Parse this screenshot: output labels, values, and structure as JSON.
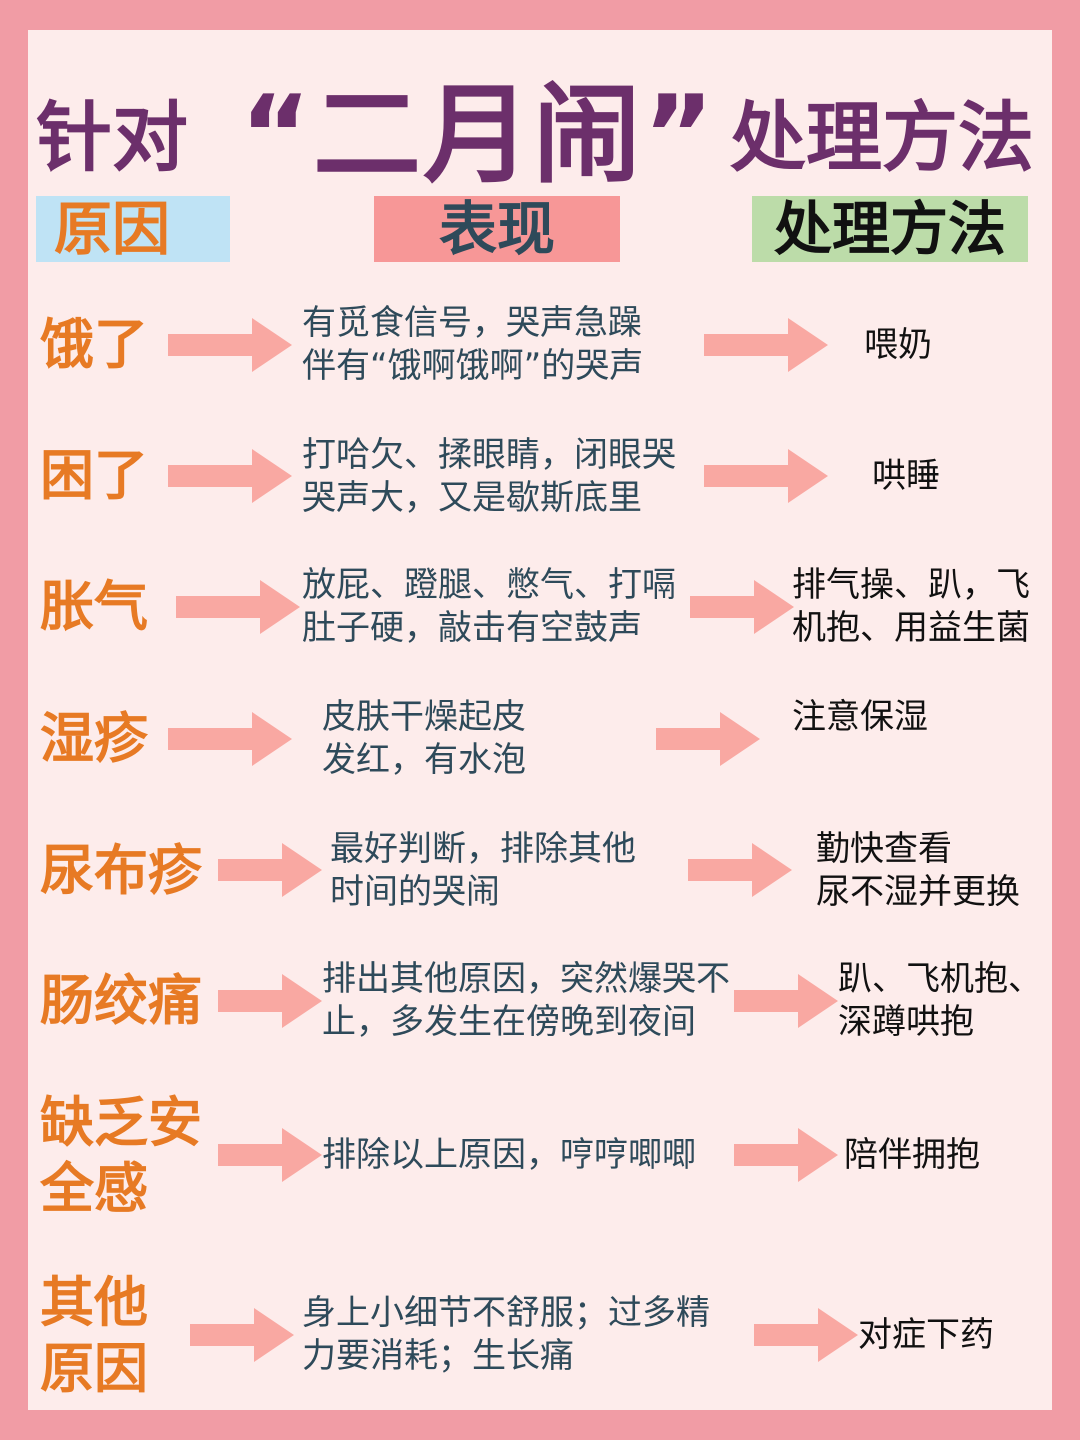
{
  "title": {
    "prefix": "针对",
    "main": "“二月闹”",
    "suffix": "处理方法"
  },
  "headers": {
    "cause": "原因",
    "sign": "表现",
    "method": "处理方法"
  },
  "rows": [
    {
      "cause": "饿了",
      "sign": "有觅食信号，哭声急躁\n伴有“饿啊饿啊”的哭声",
      "method": "喂奶"
    },
    {
      "cause": "困了",
      "sign": "打哈欠、揉眼睛，闭眼哭\n哭声大，又是歇斯底里",
      "method": "哄睡"
    },
    {
      "cause": "胀气",
      "sign": "放屁、蹬腿、憋气、打嗝\n肚子硬，敲击有空鼓声",
      "method": "排气操、趴，飞\n机抱、用益生菌"
    },
    {
      "cause": "湿疹",
      "sign": "皮肤干燥起皮\n发红，有水泡",
      "method": "注意保湿"
    },
    {
      "cause": "尿布疹",
      "sign": "最好判断，排除其他\n时间的哭闹",
      "method": "勤快查看\n尿不湿并更换"
    },
    {
      "cause": "肠绞痛",
      "sign": "排出其他原因，突然爆哭不\n止，多发生在傍晚到夜间",
      "method": "趴、飞机抱、\n深蹲哄抱"
    },
    {
      "cause": "缺乏安\n全感",
      "sign": "排除以上原因，哼哼唧唧",
      "method": "陪伴拥抱"
    },
    {
      "cause": "其他\n原因",
      "sign": "身上小细节不舒服；过多精\n力要消耗；生长痛",
      "method": "对症下药"
    }
  ]
}
